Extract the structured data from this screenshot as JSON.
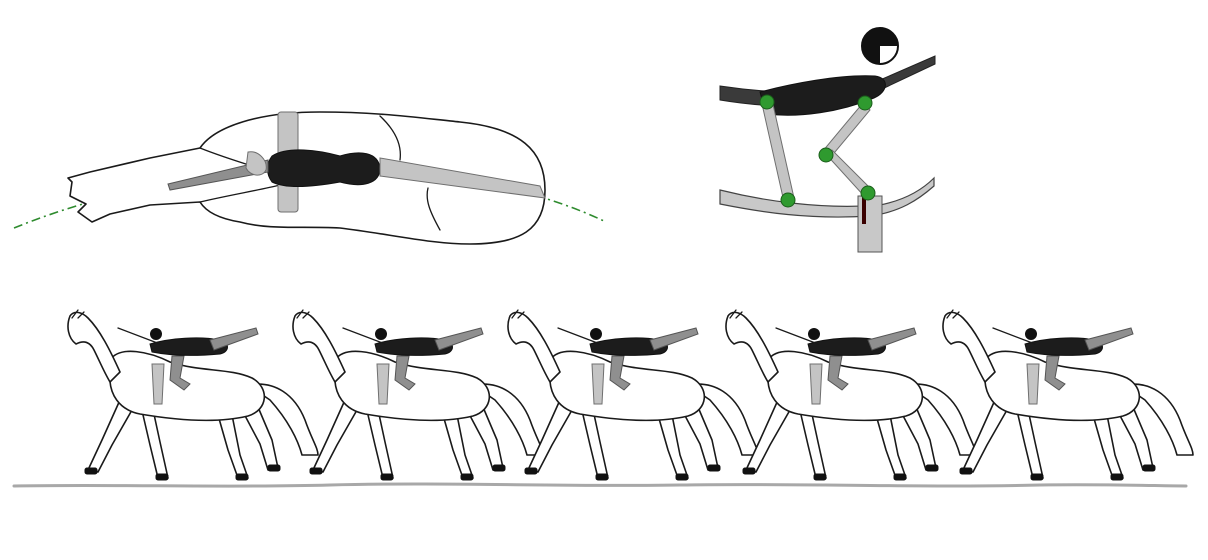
{
  "figure": {
    "panels": [
      {
        "id": "top-view",
        "subject": "horse-with-vaulter-from-above"
      },
      {
        "id": "detail",
        "subject": "vaulter-joint-diagram"
      },
      {
        "id": "sequence",
        "subject": "gait-sequence",
        "frames": 5
      }
    ],
    "colors": {
      "outline": "#1a1a1a",
      "vaulter_body": "#1c1c1c",
      "vaulter_limb": "#8f8f8f",
      "vaulter_limb_light": "#c4c4c4",
      "joint_marker": "#2f9a2f",
      "motion_line": "#2e8b2e",
      "ground": "#a8a8a8"
    },
    "icons": [
      "horse-top-view",
      "vaulter-icon",
      "joint-marker",
      "horse-side-view",
      "ground-line"
    ]
  }
}
